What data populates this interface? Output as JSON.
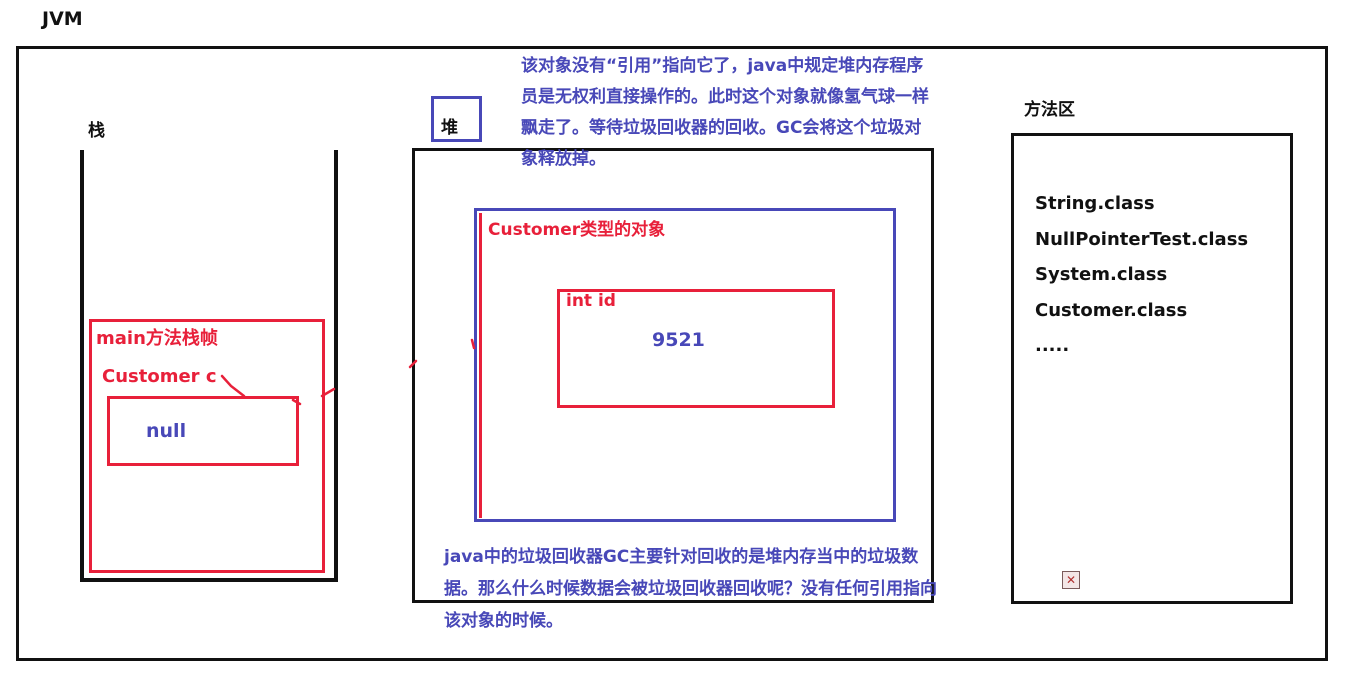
{
  "title": "JVM",
  "stack": {
    "label": "栈",
    "frame_label": "main方法栈帧",
    "variable_label": "Customer c",
    "variable_value": "null"
  },
  "heap": {
    "label": "堆",
    "object_label": "Customer类型的对象",
    "field_label": "int id",
    "field_value": "9521",
    "note_top": "该对象没有“引用”指向它了，java中规定堆内存程序员是无权利直接操作的。此时这个对象就像氢气球一样飘走了。等待垃圾回收器的回收。GC会将这个垃圾对象释放掉。",
    "note_bottom": "java中的垃圾回收器GC主要针对回收的是堆内存当中的垃圾数据。那么什么时候数据会被垃圾回收器回收呢？没有任何引用指向该对象的时候。"
  },
  "method_area": {
    "label": "方法区",
    "classes": [
      "String.class",
      "NullPointerTest.class",
      "System.class",
      "Customer.class",
      "....."
    ]
  },
  "colors": {
    "red": "#e8203a",
    "blue": "#4848b8",
    "black": "#111111"
  }
}
